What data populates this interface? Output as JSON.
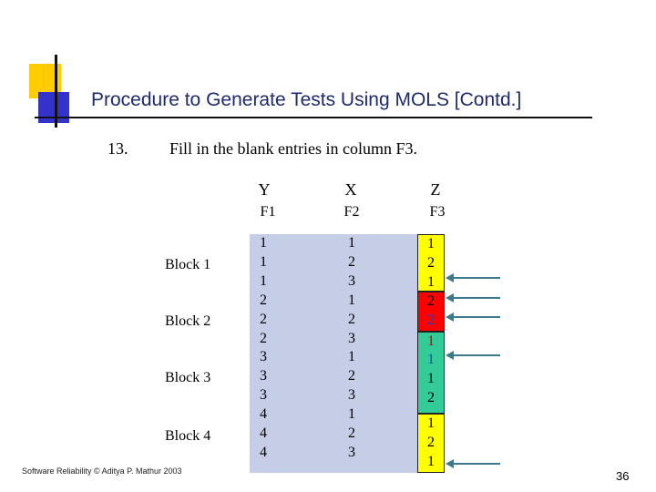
{
  "slide": {
    "title": "Procedure to Generate Tests Using MOLS [Contd.]",
    "step_number": "13.",
    "step_text": "Fill in the blank entries in column F3.",
    "footer": "Software Reliability © Aditya P. Mathur 2003",
    "page_number": "36"
  },
  "table": {
    "columns": [
      {
        "top": "Y",
        "sub": "F1",
        "values": [
          "1",
          "1",
          "1",
          "2",
          "2",
          "2",
          "3",
          "3",
          "3",
          "4",
          "4",
          "4"
        ]
      },
      {
        "top": "X",
        "sub": "F2",
        "values": [
          "1",
          "2",
          "3",
          "1",
          "2",
          "3",
          "1",
          "2",
          "3",
          "1",
          "2",
          "3"
        ]
      },
      {
        "top": "Z",
        "sub": "F3",
        "values": [
          "1",
          "2",
          "1",
          "2",
          "2",
          "1",
          "1",
          "1",
          "2",
          "1",
          "2",
          "1"
        ]
      }
    ],
    "blocks": [
      "Block 1",
      "Block 2",
      "Block 3",
      "Block 4"
    ],
    "f3_colors": {
      "yellow": "#ffff00",
      "red": "#ff0000",
      "green": "#33cc99",
      "blue_text": "#1f3fbf",
      "red_text": "#cc0000",
      "column_fill": "#c6cde6",
      "arrow": "#3a7a8a"
    }
  }
}
